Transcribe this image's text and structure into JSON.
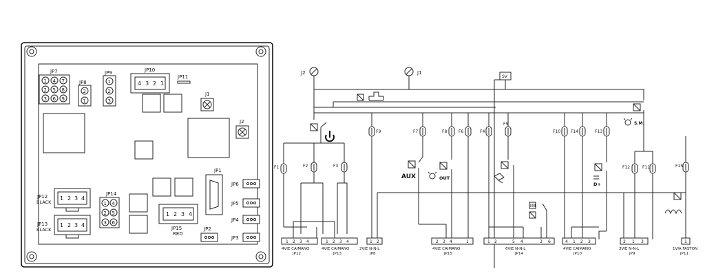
{
  "board": {
    "labels": {
      "jp7": "JP7",
      "jp8": "JP8",
      "jp9": "JP9",
      "jp10": "JP10",
      "jp11": "JP11",
      "j1": "J1",
      "j2": "J2",
      "jp1": "JP1",
      "jp6": "JP6",
      "jp5": "JP5",
      "jp4": "JP4",
      "jp3": "JP3",
      "jp2": "JP2",
      "jp14": "JP14",
      "jp15": "JP15",
      "red": "RED",
      "jp12": "JP12",
      "jp13": "JP13",
      "black": "BLACK"
    },
    "jp7_pins": [
      "1",
      "4",
      "7",
      "2",
      "5",
      "8",
      "3",
      "6",
      "9"
    ],
    "jp8_pins": [
      "2",
      "1"
    ],
    "jp9_pins": [
      "1",
      "2",
      "3"
    ],
    "jp10_pins": [
      "4",
      "3",
      "2",
      "1"
    ],
    "jp12_pins": [
      "1",
      "2",
      "3",
      "4"
    ],
    "jp13_pins": [
      "1",
      "2",
      "3",
      "4"
    ],
    "jp14_pins": [
      "1",
      "4",
      "2",
      "5",
      "3",
      "6"
    ],
    "jp15_pins": [
      "1",
      "2",
      "3",
      "4"
    ]
  },
  "schematic": {
    "j2": "J2",
    "j1": "J1",
    "sv": "SV",
    "fuses": [
      "F1",
      "F2",
      "F3",
      "F9",
      "F7",
      "F8",
      "F6",
      "F4",
      "F5",
      "F10",
      "F14",
      "F13",
      "F12",
      "F11",
      "F15"
    ],
    "aux": "AUX",
    "out": "OUT",
    "dplus": "D+",
    "sm": "S.M.",
    "connectors": [
      {
        "pins": [
          "1",
          "2",
          "3",
          "4"
        ],
        "caption": "4VIE CAIMANO",
        "id": "JP12"
      },
      {
        "pins": [
          "1",
          "2",
          "3",
          "4"
        ],
        "caption": "4VIE CAIMANO",
        "id": "JP13"
      },
      {
        "pins": [
          "1",
          "2"
        ],
        "caption": "2VIE N-N-L",
        "id": "JP8"
      },
      {
        "pins": [
          "2",
          "3",
          "4",
          "1"
        ],
        "caption": "4VIE CAIMANO",
        "id": "JP15"
      },
      {
        "pins": [
          "1",
          "2",
          "5",
          "4",
          "3",
          "6"
        ],
        "caption": "6VIE N-N-L",
        "id": "JP14"
      },
      {
        "pins": [
          "4",
          "1",
          "2",
          "3"
        ],
        "caption": "4VIE CAIMANO",
        "id": "JP10"
      },
      {
        "pins": [
          "2",
          "1",
          "3"
        ],
        "caption": "3VIE N-N-L",
        "id": "JP9"
      },
      {
        "pins": [
          "1"
        ],
        "caption": "1VIA FASTON",
        "id": "JP11"
      }
    ]
  }
}
